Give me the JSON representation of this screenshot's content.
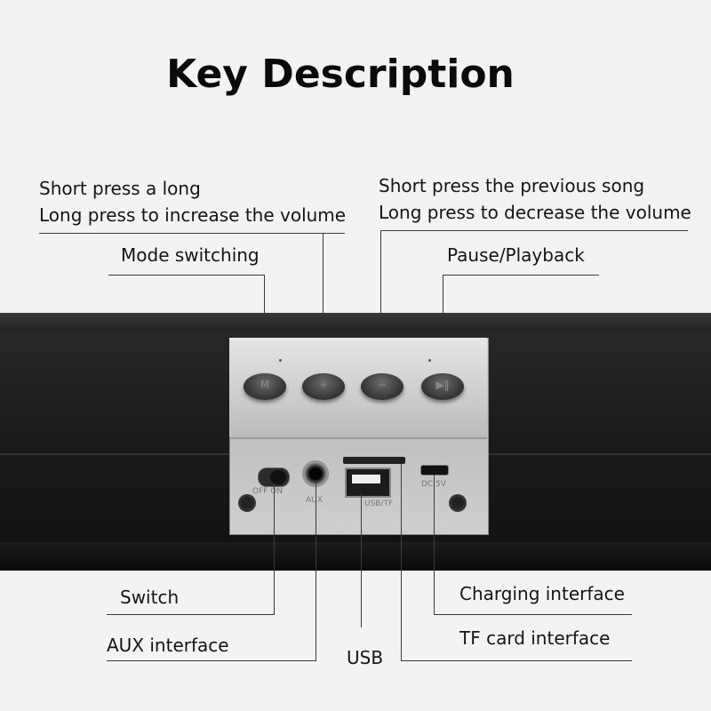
{
  "title": "Key Description",
  "labels": {
    "short_press_long": "Short press a long",
    "long_press_increase": "Long press to increase the volume",
    "mode_switching": "Mode switching",
    "short_press_previous": "Short press the previous song",
    "long_press_decrease": "Long press to decrease the volume",
    "pause_playback": "Pause/Playback",
    "switch": "Switch",
    "aux_interface": "AUX interface",
    "usb": "USB",
    "charging_interface": "Charging interface",
    "tf_card_interface": "TF card interface"
  },
  "panel": {
    "switch_mark": "OFF ON",
    "aux_mark": "AUX",
    "usb_mark": "USB/TF",
    "dc_mark": "DC 5V"
  },
  "buttons": [
    {
      "icon": "mode-icon",
      "glyph": "M"
    },
    {
      "icon": "plus-icon",
      "glyph": "+"
    },
    {
      "icon": "minus-icon",
      "glyph": "−"
    },
    {
      "icon": "play-pause-icon",
      "glyph": "▶‖"
    }
  ]
}
